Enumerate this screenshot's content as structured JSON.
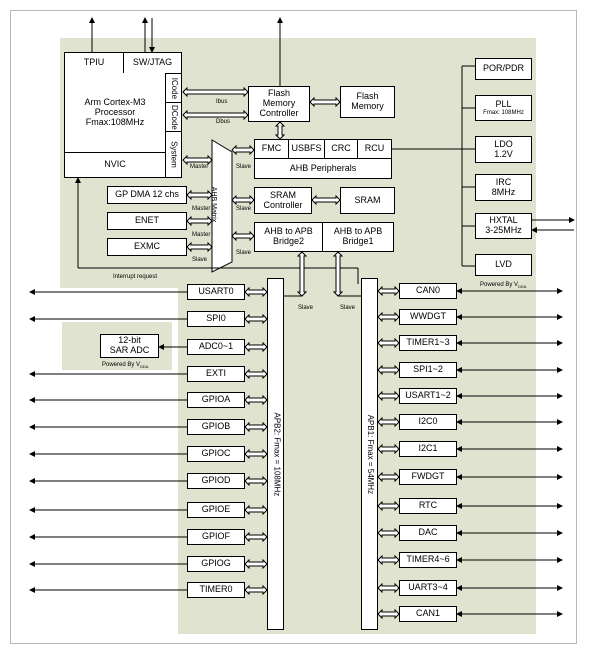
{
  "core": {
    "tpiu": "TPIU",
    "swjtag": "SW/JTAG",
    "processor_line1": "Arm Cortex-M3",
    "processor_line2": "Processor",
    "processor_line3": "Fmax:108MHz",
    "icode": "ICode",
    "dcode": "DCode",
    "system": "System",
    "nvic": "NVIC"
  },
  "flash": {
    "ibus": "Ibus",
    "dbus": "Dbus",
    "controller_line1": "Flash",
    "controller_line2": "Memory",
    "controller_line3": "Controller",
    "memory_line1": "Flash",
    "memory_line2": "Memory"
  },
  "ahb": {
    "peripherals": [
      "FMC",
      "USBFS",
      "CRC",
      "RCU"
    ],
    "peripherals_label": "AHB Peripherals",
    "matrix_label": "AHB Matrix",
    "master": "Master",
    "slave": "Slave",
    "sram_controller_line1": "SRAM",
    "sram_controller_line2": "Controller",
    "sram": "SRAM",
    "bridge2_line1": "AHB to APB",
    "bridge2_line2": "Bridge2",
    "bridge1_line1": "AHB to APB",
    "bridge1_line2": "Bridge1"
  },
  "masters": [
    "GP DMA 12 chs",
    "ENET",
    "EXMC"
  ],
  "interrupt_request": "Interrupt request",
  "clock": {
    "por_pdr": "POR/PDR",
    "pll": "PLL",
    "pll_sub": "Fmax: 108MHz",
    "ldo_line1": "LDO",
    "ldo_line2": "1.2V",
    "irc_line1": "IRC",
    "irc_line2": "8MHz",
    "hxtal_line1": "HXTAL",
    "hxtal_line2": "3-25MHz",
    "lvd": "LVD",
    "powered_by": "Powered By V",
    "powered_sub": "DDA"
  },
  "adc": {
    "line1": "12-bit",
    "line2": "SAR ADC",
    "powered_by": "Powered By V",
    "powered_sub": "DDA"
  },
  "apb2": {
    "bus_label": "APB2: Fmax = 108MHz",
    "peripherals": [
      "USART0",
      "SPI0",
      "ADC0~1",
      "EXTI",
      "GPIOA",
      "GPIOB",
      "GPIOC",
      "GPIOD",
      "GPIOE",
      "GPIOF",
      "GPIOG",
      "TIMER0"
    ]
  },
  "apb1": {
    "bus_label": "APB1: Fmax = 54MHz",
    "peripherals": [
      "CAN0",
      "WWDGT",
      "TIMER1~3",
      "SPI1~2",
      "USART1~2",
      "I2C0",
      "I2C1",
      "FWDGT",
      "RTC",
      "DAC",
      "TIMER4~6",
      "UART3~4",
      "CAN1"
    ]
  }
}
